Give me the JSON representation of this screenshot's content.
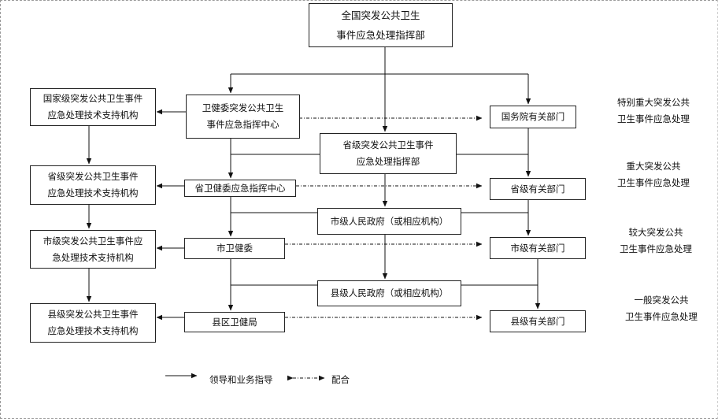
{
  "nodes": {
    "top_command": [
      "全国突发公共卫生",
      "事件应急处理指挥部"
    ],
    "national_tech": [
      "国家级突发公共卫生事件",
      "应急处理技术支持机构"
    ],
    "health_command": [
      "卫健委突发公共卫生",
      "事件应急指挥中心"
    ],
    "state_council": [
      "国务院有关部门"
    ],
    "provincial_command": [
      "省级突发公共卫生事件",
      "应急处理指挥部"
    ],
    "provincial_tech": [
      "省级突发公共卫生事件",
      "应急处理技术支持机构"
    ],
    "provincial_health": [
      "省卫健委应急指挥中心"
    ],
    "provincial_dept": [
      "省级有关部门"
    ],
    "city_gov": [
      "市级人民政府（或相应机构）"
    ],
    "city_tech": [
      "市级突发公共卫生事件应",
      "急处理技术支持机构"
    ],
    "city_health": [
      "市卫健委"
    ],
    "city_dept": [
      "市级有关部门"
    ],
    "county_gov": [
      "县级人民政府（或相应机构）"
    ],
    "county_tech": [
      "县级突发公共卫生事件",
      "应急处理技术支持机构"
    ],
    "county_health": [
      "县区卫健局"
    ],
    "county_dept": [
      "县级有关部门"
    ]
  },
  "levels": {
    "especially_major": [
      "特别重大突发公共",
      "卫生事件应急处理"
    ],
    "major": [
      "重大突发公共",
      "卫生事件应急处理"
    ],
    "larger": [
      "较大突发公共",
      "卫生事件应急处理"
    ],
    "general": [
      "一般突发公共",
      "卫生事件应急处理"
    ]
  },
  "legend": {
    "solid_label": "领导和业务指导",
    "dashed_label": "配合"
  }
}
